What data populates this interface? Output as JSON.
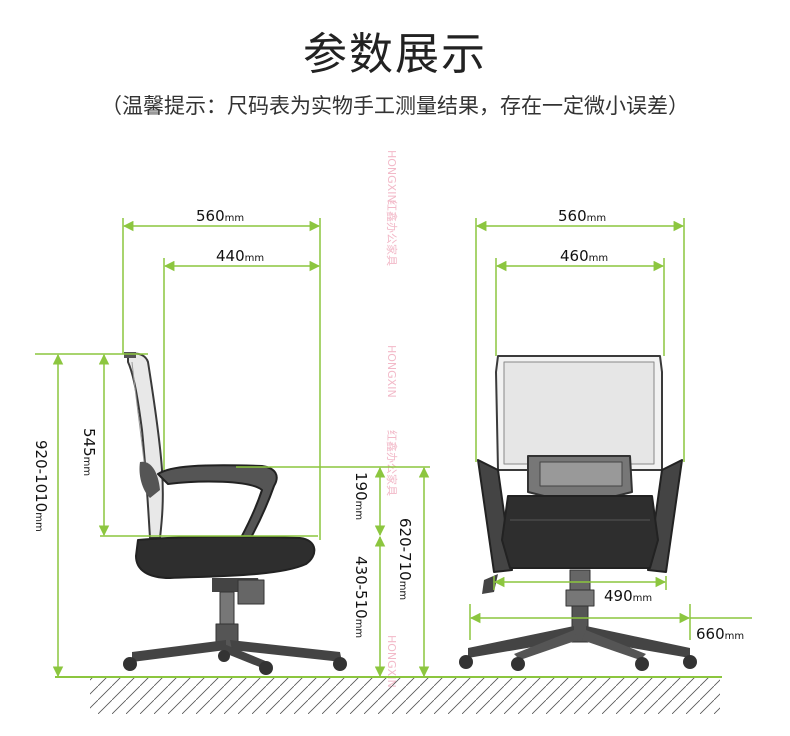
{
  "title": "参数展示",
  "subtitle": "（温馨提示：尺码表为实物手工测量结果，存在一定微小误差）",
  "watermark": {
    "brand": "HONGXIN",
    "cn": "红鑫办公家具"
  },
  "colors": {
    "dimension_line": "#8cc63f",
    "chair": "#3a3a3a",
    "text": "#111111"
  },
  "side_view": {
    "overall_depth": {
      "value": "560",
      "unit": "mm"
    },
    "seat_depth": {
      "value": "440",
      "unit": "mm"
    },
    "total_height": {
      "value": "920-1010",
      "unit": "mm"
    },
    "backrest_height": {
      "value": "545",
      "unit": "mm"
    },
    "armrest_above_seat": {
      "value": "190",
      "unit": "mm"
    },
    "seat_height": {
      "value": "430-510",
      "unit": "mm"
    },
    "armrest_height": {
      "value": "620-710",
      "unit": "mm"
    }
  },
  "front_view": {
    "overall_width": {
      "value": "560",
      "unit": "mm"
    },
    "back_width": {
      "value": "460",
      "unit": "mm"
    },
    "seat_width": {
      "value": "490",
      "unit": "mm"
    },
    "base_diameter": {
      "value": "660",
      "unit": "mm"
    }
  }
}
